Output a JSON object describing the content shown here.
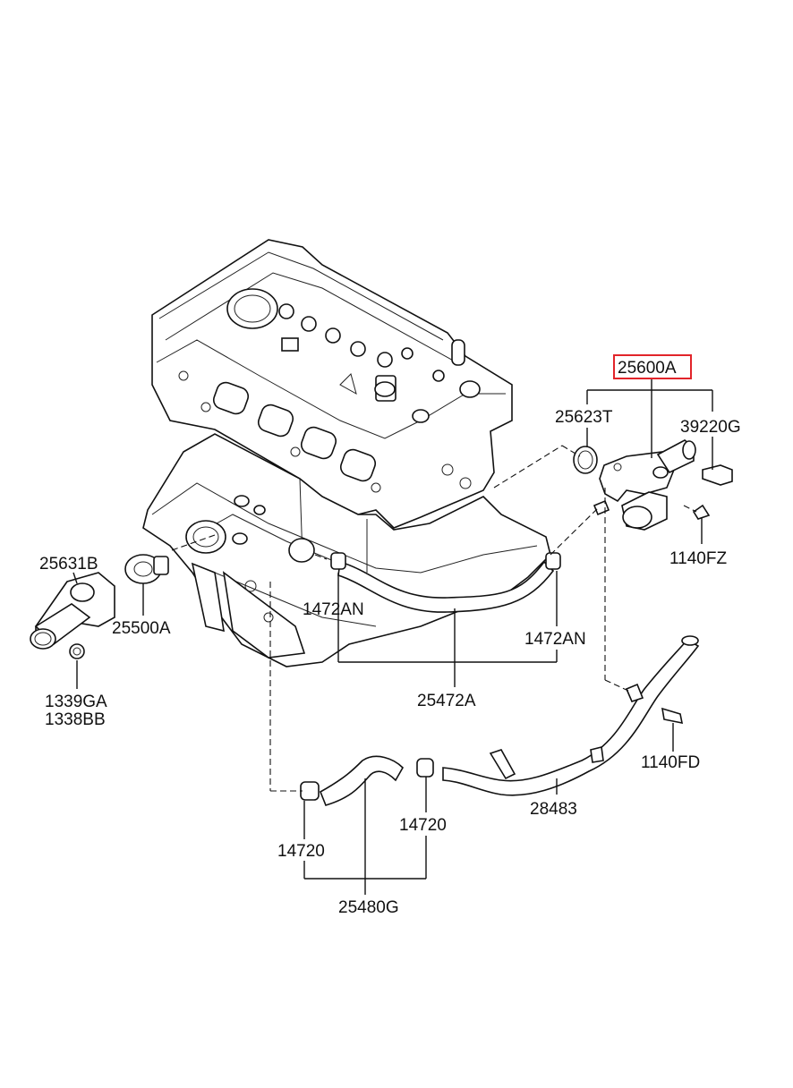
{
  "labels": {
    "assembly": "25600A",
    "gasket": "25623T",
    "sensor": "39220G",
    "bolt_fz": "1140FZ",
    "housing": "25631B",
    "thermostat": "25500A",
    "nut_ga": "1339GA",
    "nut_bb": "1338BB",
    "clamp_an_left": "1472AN",
    "clamp_an_right": "1472AN",
    "hose_upper": "25472A",
    "bolt_fd": "1140FD",
    "pipe": "28483",
    "clamp_left": "14720",
    "clamp_right": "14720",
    "hose_lower": "25480G"
  },
  "colors": {
    "highlight": "#e2242a",
    "line": "#111111",
    "background": "#ffffff"
  }
}
